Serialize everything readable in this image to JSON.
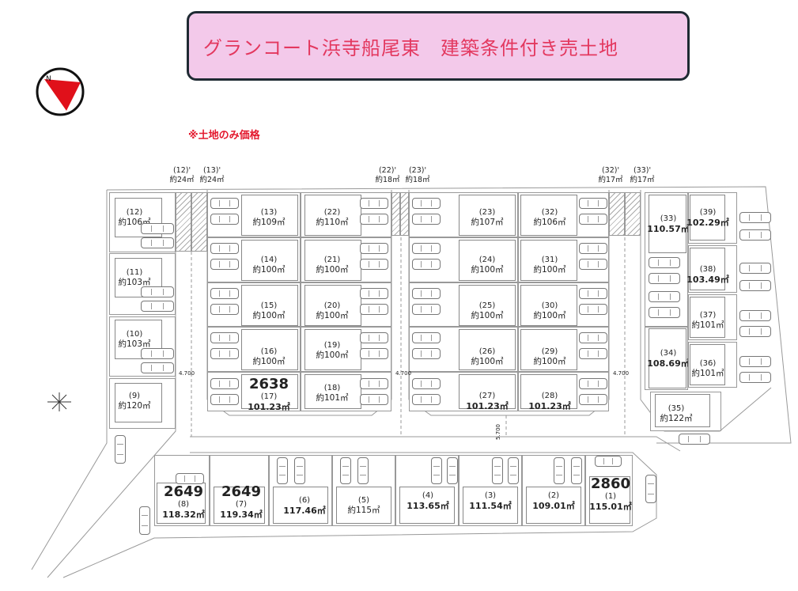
{
  "title": "グランコート浜寺船尾東　建築条件付き売土地",
  "note": "※土地のみ価格",
  "colors": {
    "title_bg": "#f3c9ea",
    "title_text": "#e3385f",
    "note": "#e3182d",
    "compass": "#e0101a"
  },
  "strips": [
    {
      "id": "(12)'",
      "area": "約24㎡"
    },
    {
      "id": "(13)'",
      "area": "約24㎡"
    },
    {
      "id": "(22)'",
      "area": "約18㎡"
    },
    {
      "id": "(23)'",
      "area": "約18㎡"
    },
    {
      "id": "(32)'",
      "area": "約17㎡"
    },
    {
      "id": "(33)'",
      "area": "約17㎡"
    }
  ],
  "lots": [
    {
      "id": "(12)",
      "area": "約106㎡"
    },
    {
      "id": "(11)",
      "area": "約103㎡"
    },
    {
      "id": "(10)",
      "area": "約103㎡"
    },
    {
      "id": "(9)",
      "area": "約120㎡"
    },
    {
      "id": "(13)",
      "area": "約109㎡"
    },
    {
      "id": "(14)",
      "area": "約100㎡"
    },
    {
      "id": "(15)",
      "area": "約100㎡"
    },
    {
      "id": "(16)",
      "area": "約100㎡"
    },
    {
      "id": "(17)",
      "area": "101.23㎡",
      "price": "2638"
    },
    {
      "id": "(22)",
      "area": "約110㎡"
    },
    {
      "id": "(21)",
      "area": "約100㎡"
    },
    {
      "id": "(20)",
      "area": "約100㎡"
    },
    {
      "id": "(19)",
      "area": "約100㎡"
    },
    {
      "id": "(18)",
      "area": "約101㎡"
    },
    {
      "id": "(23)",
      "area": "約107㎡"
    },
    {
      "id": "(24)",
      "area": "約100㎡"
    },
    {
      "id": "(25)",
      "area": "約100㎡"
    },
    {
      "id": "(26)",
      "area": "約100㎡"
    },
    {
      "id": "(27)",
      "area": "101.23㎡"
    },
    {
      "id": "(32)",
      "area": "約106㎡"
    },
    {
      "id": "(31)",
      "area": "約100㎡"
    },
    {
      "id": "(30)",
      "area": "約100㎡"
    },
    {
      "id": "(29)",
      "area": "約100㎡"
    },
    {
      "id": "(28)",
      "area": "101.23㎡"
    },
    {
      "id": "(33)",
      "area": "110.57㎡"
    },
    {
      "id": "(39)",
      "area": "102.29㎡"
    },
    {
      "id": "(38)",
      "area": "103.49㎡"
    },
    {
      "id": "(37)",
      "area": "約101㎡"
    },
    {
      "id": "(34)",
      "area": "108.69㎡"
    },
    {
      "id": "(36)",
      "area": "約101㎡"
    },
    {
      "id": "(35)",
      "area": "約122㎡"
    },
    {
      "id": "(8)",
      "area": "118.32㎡",
      "price": "2649"
    },
    {
      "id": "(7)",
      "area": "119.34㎡",
      "price": "2649"
    },
    {
      "id": "(6)",
      "area": "117.46㎡"
    },
    {
      "id": "(5)",
      "area": "約115㎡"
    },
    {
      "id": "(4)",
      "area": "113.65㎡"
    },
    {
      "id": "(3)",
      "area": "111.54㎡"
    },
    {
      "id": "(2)",
      "area": "109.01㎡"
    },
    {
      "id": "(1)",
      "area": "115.01㎡",
      "price": "2860"
    }
  ],
  "road_widths": [
    "4.700",
    "4.700",
    "4.700",
    "5.700"
  ]
}
